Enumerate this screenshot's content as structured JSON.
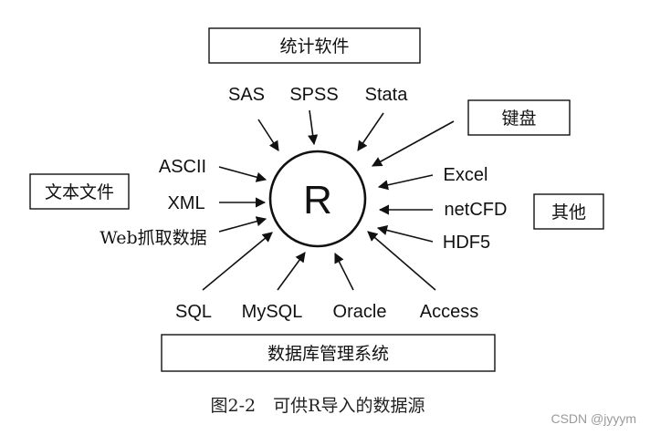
{
  "core_label": "R",
  "group_boxes": {
    "stat_software": "统计软件",
    "keyboard": "键盘",
    "text_files": "文本文件",
    "other": "其他",
    "dbms": "数据库管理系统"
  },
  "sources": {
    "sas": "SAS",
    "spss": "SPSS",
    "stata": "Stata",
    "ascii": "ASCII",
    "xml": "XML",
    "web_scraping": "Web抓取数据",
    "excel": "Excel",
    "netcfd": "netCFD",
    "hdf5": "HDF5",
    "sql": "SQL",
    "mysql": "MySQL",
    "oracle": "Oracle",
    "access": "Access"
  },
  "caption": "图2-2　可供R导入的数据源",
  "watermark": "CSDN @jyyym"
}
